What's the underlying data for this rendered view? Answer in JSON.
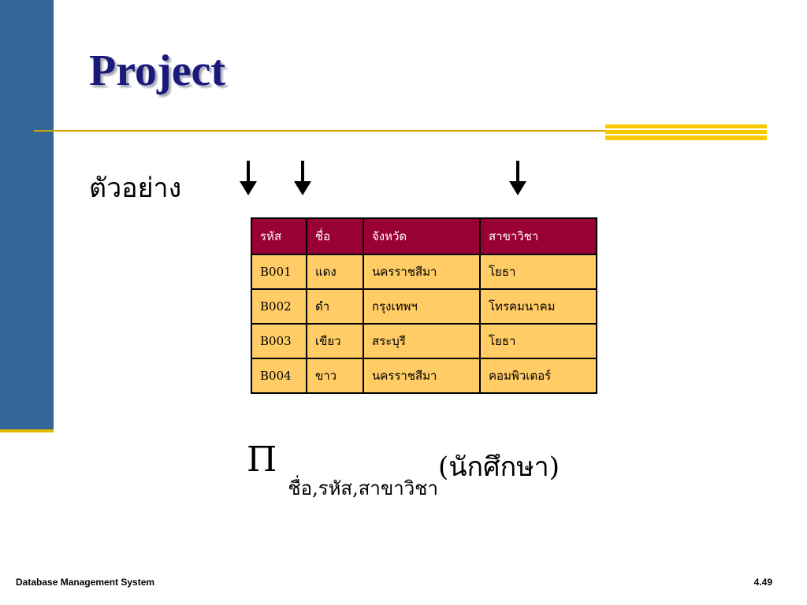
{
  "slide": {
    "title": "Project",
    "example_label": "ตัวอย่าง",
    "table": {
      "headers": [
        "รหัส",
        "ชื่อ",
        "จังหวัด",
        "สาขาวิชา"
      ],
      "rows": [
        [
          "B001",
          "แดง",
          "นครราชสีมา",
          "โยธา"
        ],
        [
          "B002",
          "ดำ",
          "กรุงเทพฯ",
          "โทรคมนาคม"
        ],
        [
          "B003",
          "เขียว",
          "สระบุรี",
          "โยธา"
        ],
        [
          "B004",
          "ขาว",
          "นครราชสีมา",
          "คอมพิวเตอร์"
        ]
      ]
    },
    "expression": {
      "operator": "Π",
      "subscript": "ชื่อ,รหัส,สาขาวิชา",
      "relation": "(นักศึกษา)"
    }
  },
  "footer": {
    "course": "Database Management System",
    "page_number": "4.49"
  },
  "colors": {
    "left_bar": "#336699",
    "title_text": "#1a1a7a",
    "rule": "#d4a500",
    "rule_accent": "#f7c900",
    "table_header_bg": "#990033",
    "table_cell_bg": "#ffcc66"
  }
}
